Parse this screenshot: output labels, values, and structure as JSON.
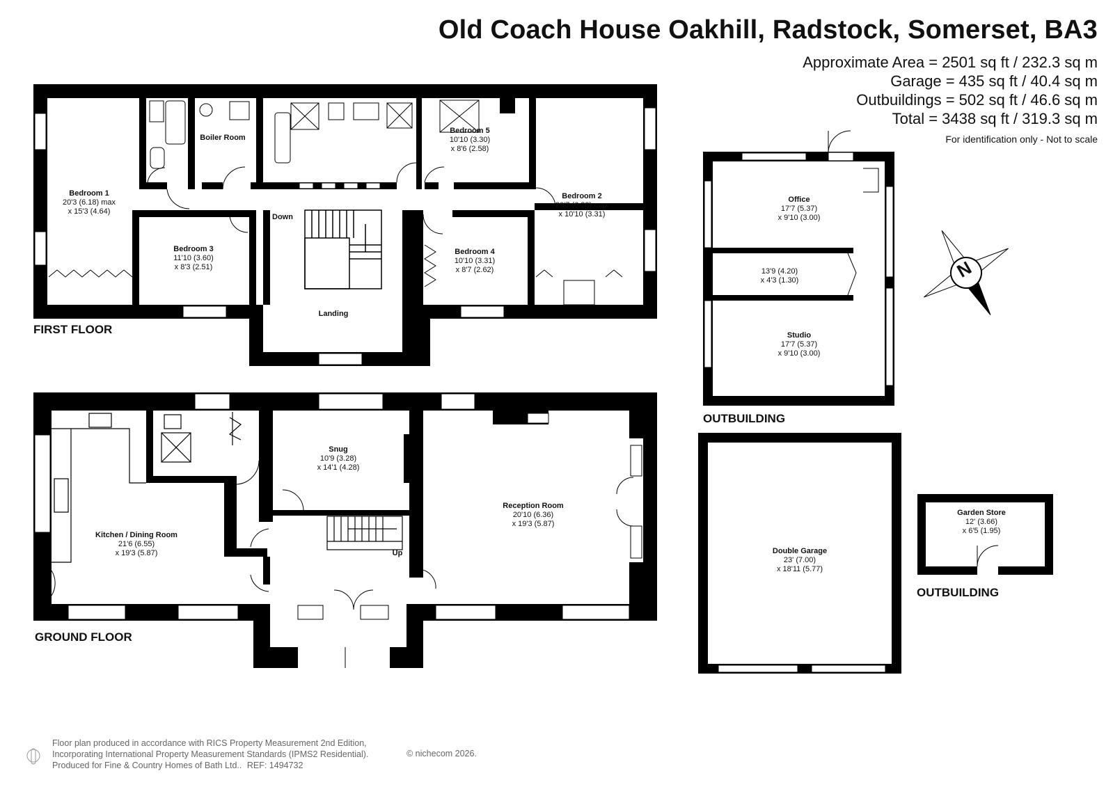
{
  "header": {
    "title": "Old Coach House Oakhill, Radstock, Somerset, BA3",
    "areas": [
      "Approximate Area = 2501 sq ft / 232.3 sq m",
      "Garage = 435 sq ft / 40.4 sq m",
      "Outbuildings = 502 sq ft / 46.6 sq m",
      "Total = 3438 sq ft / 319.3 sq m"
    ],
    "disclaimer": "For identification only - Not to scale"
  },
  "floors": {
    "first": "FIRST FLOOR",
    "ground": "GROUND FLOOR",
    "outbuilding_1": "OUTBUILDING",
    "outbuilding_2": "OUTBUILDING"
  },
  "rooms": {
    "bedroom1": {
      "name": "Bedroom 1",
      "dim1": "20'3 (6.18) max",
      "dim2": "x 15'3 (4.64)"
    },
    "boiler": {
      "name": "Boiler Room"
    },
    "bedroom5": {
      "name": "Bedroom 5",
      "dim1": "10'10 (3.30)",
      "dim2": "x 8'6 (2.58)"
    },
    "bedroom2": {
      "name": "Bedroom 2",
      "dim1": "20'7 (6.28) max",
      "dim2": "x 10'10 (3.31)"
    },
    "bedroom3": {
      "name": "Bedroom 3",
      "dim1": "11'10 (3.60)",
      "dim2": "x 8'3 (2.51)"
    },
    "bedroom4": {
      "name": "Bedroom 4",
      "dim1": "10'10 (3.31)",
      "dim2": "x 8'7 (2.62)"
    },
    "landing": {
      "name": "Landing"
    },
    "down": "Down",
    "office": {
      "name": "Office",
      "dim1": "17'7 (5.37)",
      "dim2": "x 9'10 (3.00)"
    },
    "store_mid": {
      "dim1": "13'9 (4.20)",
      "dim2": "x 4'3 (1.30)"
    },
    "studio": {
      "name": "Studio",
      "dim1": "17'7 (5.37)",
      "dim2": "x 9'10 (3.00)"
    },
    "snug": {
      "name": "Snug",
      "dim1": "10'9 (3.28)",
      "dim2": "x 14'1 (4.28)"
    },
    "reception": {
      "name": "Reception Room",
      "dim1": "20'10 (6.36)",
      "dim2": "x 19'3 (5.87)"
    },
    "kitchen": {
      "name": "Kitchen / Dining Room",
      "dim1": "21'6 (6.55)",
      "dim2": "x 19'3 (5.87)"
    },
    "up": "Up",
    "garage": {
      "name": "Double Garage",
      "dim1": "23' (7.00)",
      "dim2": "x 18'11 (5.77)"
    },
    "garden_store": {
      "name": "Garden Store",
      "dim1": "12' (3.66)",
      "dim2": "x 6'5 (1.95)"
    }
  },
  "compass": {
    "letter": "N",
    "icon": "compass-icon"
  },
  "footer": {
    "line1": "Floor plan produced in accordance with RICS Property Measurement 2nd Edition,",
    "line2": "Incorporating International Property Measurement Standards (IPMS2 Residential).",
    "line3": "Produced for Fine & Country Homes of Bath Ltd..",
    "ref": "REF: 1494732",
    "copyright": "© nichecom 2026."
  },
  "colors": {
    "wall": "#000000",
    "window": "#ffffff",
    "text": "#111111",
    "footer": "#666666"
  }
}
